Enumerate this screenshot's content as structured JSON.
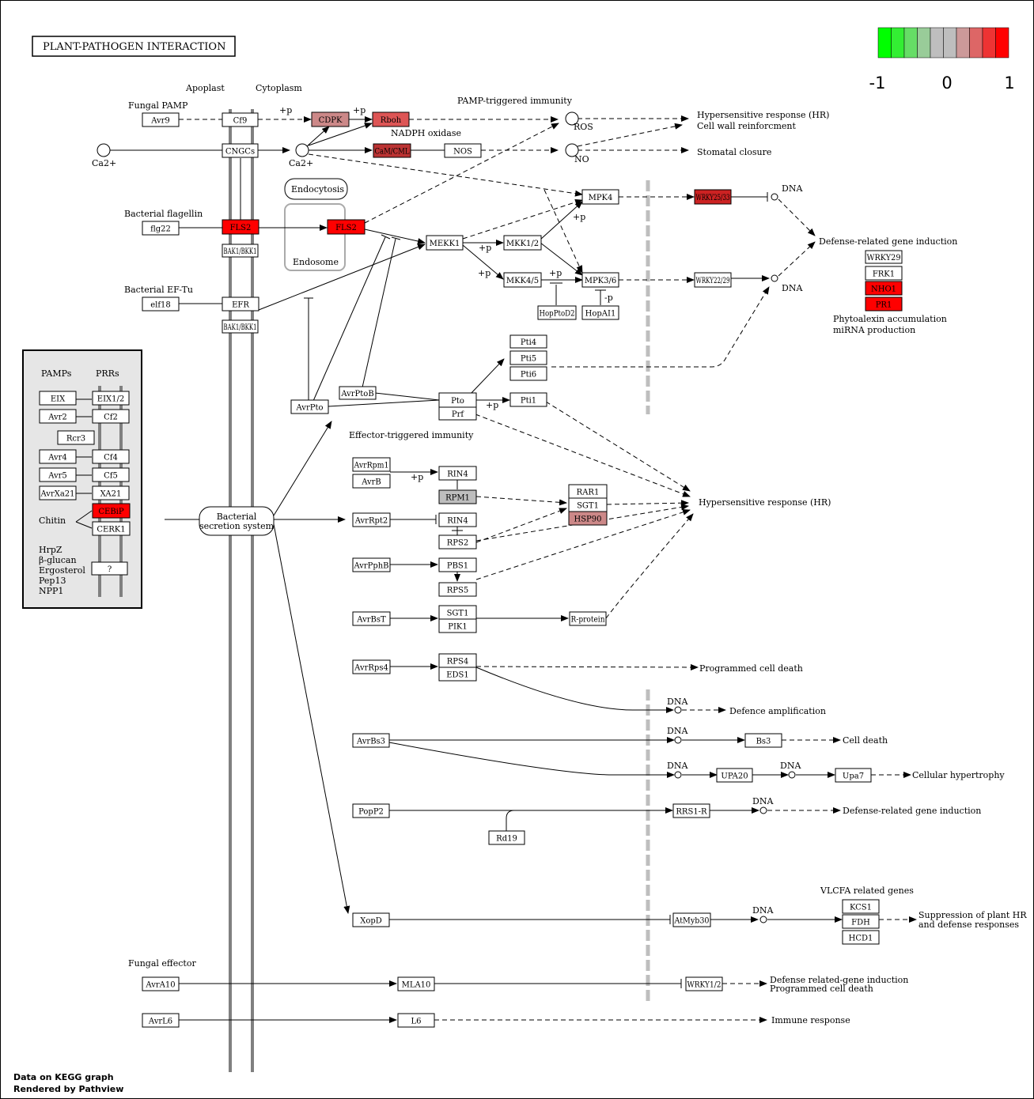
{
  "title": "PLANT-PATHOGEN INTERACTION",
  "colors": {
    "up": "#ff0000",
    "mid": "#bebebe",
    "down": "#00ff00",
    "gray": "#bebebe",
    "panel": "#e6e6e6"
  },
  "legend": {
    "labels": [
      "-1",
      "0",
      "1"
    ],
    "scale": [
      "#00ff00",
      "#33ee33",
      "#66dd66",
      "#99cc99",
      "#bebebe",
      "#bebebe",
      "#cc9999",
      "#dd6666",
      "#ee3333",
      "#ff0000"
    ]
  },
  "footer": [
    "Data on KEGG graph",
    "Rendered by Pathview"
  ],
  "nodes": [
    {
      "label": "Avr9",
      "fill": "#ffffff"
    },
    {
      "label": "Cf9",
      "fill": "#ffffff"
    },
    {
      "label": "CDPK",
      "fill": "#cc8888"
    },
    {
      "label": "Rboh",
      "fill": "#dd5555"
    },
    {
      "label": "CNGCs",
      "fill": "#ffffff"
    },
    {
      "label": "CaM/CML",
      "fill": "#bb3333"
    },
    {
      "label": "NOS",
      "fill": "#ffffff"
    },
    {
      "label": "flg22",
      "fill": "#ffffff"
    },
    {
      "label": "FLS2",
      "fill": "#ff0000"
    },
    {
      "label": "FLS2",
      "fill": "#ff0000"
    },
    {
      "label": "BAK1/BKK1",
      "fill": "#ffffff"
    },
    {
      "label": "elf18",
      "fill": "#ffffff"
    },
    {
      "label": "EFR",
      "fill": "#ffffff"
    },
    {
      "label": "BAK1/BKK1",
      "fill": "#ffffff"
    },
    {
      "label": "MEKK1",
      "fill": "#ffffff"
    },
    {
      "label": "MKK1/2",
      "fill": "#ffffff"
    },
    {
      "label": "MKK4/5",
      "fill": "#ffffff"
    },
    {
      "label": "MPK4",
      "fill": "#ffffff"
    },
    {
      "label": "MPK3/6",
      "fill": "#ffffff"
    },
    {
      "label": "WRKY25/33",
      "fill": "#cc2222"
    },
    {
      "label": "WRKY22/29",
      "fill": "#ffffff"
    },
    {
      "label": "WRKY29",
      "fill": "#ffffff"
    },
    {
      "label": "FRK1",
      "fill": "#ffffff"
    },
    {
      "label": "NHO1",
      "fill": "#ff0000"
    },
    {
      "label": "PR1",
      "fill": "#ff0000"
    },
    {
      "label": "HopPtoD2",
      "fill": "#ffffff"
    },
    {
      "label": "HopAI1",
      "fill": "#ffffff"
    },
    {
      "label": "Pti4",
      "fill": "#ffffff"
    },
    {
      "label": "Pti5",
      "fill": "#ffffff"
    },
    {
      "label": "Pti6",
      "fill": "#ffffff"
    },
    {
      "label": "AvrPto",
      "fill": "#ffffff"
    },
    {
      "label": "AvrPtoB",
      "fill": "#ffffff"
    },
    {
      "label": "Pto",
      "fill": "#ffffff"
    },
    {
      "label": "Prf",
      "fill": "#ffffff"
    },
    {
      "label": "Pti1",
      "fill": "#ffffff"
    },
    {
      "label": "EIX",
      "fill": "#ffffff"
    },
    {
      "label": "EIX1/2",
      "fill": "#ffffff"
    },
    {
      "label": "Avr2",
      "fill": "#ffffff"
    },
    {
      "label": "Cf2",
      "fill": "#ffffff"
    },
    {
      "label": "Rcr3",
      "fill": "#ffffff"
    },
    {
      "label": "Avr4",
      "fill": "#ffffff"
    },
    {
      "label": "Cf4",
      "fill": "#ffffff"
    },
    {
      "label": "Avr5",
      "fill": "#ffffff"
    },
    {
      "label": "Cf5",
      "fill": "#ffffff"
    },
    {
      "label": "AvrXa21",
      "fill": "#ffffff"
    },
    {
      "label": "XA21",
      "fill": "#ffffff"
    },
    {
      "label": "CEBiP",
      "fill": "#ff0000"
    },
    {
      "label": "CERK1",
      "fill": "#ffffff"
    },
    {
      "label": "?",
      "fill": "#ffffff"
    },
    {
      "label": "AvrRpm1",
      "fill": "#ffffff"
    },
    {
      "label": "AvrB",
      "fill": "#ffffff"
    },
    {
      "label": "RIN4",
      "fill": "#ffffff"
    },
    {
      "label": "RPM1",
      "fill": "#bebebe"
    },
    {
      "label": "RAR1",
      "fill": "#ffffff"
    },
    {
      "label": "SGT1",
      "fill": "#ffffff"
    },
    {
      "label": "HSP90",
      "fill": "#cc8888"
    },
    {
      "label": "AvrRpt2",
      "fill": "#ffffff"
    },
    {
      "label": "RIN4",
      "fill": "#ffffff"
    },
    {
      "label": "RPS2",
      "fill": "#ffffff"
    },
    {
      "label": "AvrPphB",
      "fill": "#ffffff"
    },
    {
      "label": "PBS1",
      "fill": "#ffffff"
    },
    {
      "label": "RPS5",
      "fill": "#ffffff"
    },
    {
      "label": "AvrBsT",
      "fill": "#ffffff"
    },
    {
      "label": "SGT1",
      "fill": "#ffffff"
    },
    {
      "label": "PIK1",
      "fill": "#ffffff"
    },
    {
      "label": "R-protein",
      "fill": "#ffffff"
    },
    {
      "label": "AvrRps4",
      "fill": "#ffffff"
    },
    {
      "label": "RPS4",
      "fill": "#ffffff"
    },
    {
      "label": "EDS1",
      "fill": "#ffffff"
    },
    {
      "label": "AvrBs3",
      "fill": "#ffffff"
    },
    {
      "label": "Bs3",
      "fill": "#ffffff"
    },
    {
      "label": "UPA20",
      "fill": "#ffffff"
    },
    {
      "label": "Upa7",
      "fill": "#ffffff"
    },
    {
      "label": "PopP2",
      "fill": "#ffffff"
    },
    {
      "label": "RRS1-R",
      "fill": "#ffffff"
    },
    {
      "label": "Rd19",
      "fill": "#ffffff"
    },
    {
      "label": "XopD",
      "fill": "#ffffff"
    },
    {
      "label": "AtMyb30",
      "fill": "#ffffff"
    },
    {
      "label": "KCS1",
      "fill": "#ffffff"
    },
    {
      "label": "FDH",
      "fill": "#ffffff"
    },
    {
      "label": "HCD1",
      "fill": "#ffffff"
    },
    {
      "label": "AvrA10",
      "fill": "#ffffff"
    },
    {
      "label": "MLA10",
      "fill": "#ffffff"
    },
    {
      "label": "WRKY1/2",
      "fill": "#ffffff"
    },
    {
      "label": "AvrL6",
      "fill": "#ffffff"
    },
    {
      "label": "L6",
      "fill": "#ffffff"
    }
  ],
  "labels": [
    "Apoplast",
    "Cytoplasm",
    "Fungal PAMP",
    "+p",
    "+p",
    "PAMP-triggered immunity",
    "NADPH oxidase",
    "ROS",
    "NO",
    "Ca2+",
    "Ca2+",
    "Hypersensitive response (HR)",
    "Cell wall reinforcment",
    "Stomatal closure",
    "Endocytosis",
    "Endosome",
    "Bacterial flagellin",
    "DNA",
    "DNA",
    "Defense-related gene induction",
    "+p",
    "+p",
    "+p",
    "+p",
    "-p",
    "Bacterial EF-Tu",
    "Phytoalexin accumulation",
    "miRNA production",
    "+p",
    "Effector-triggered immunity",
    "+p",
    "Hypersensitive response (HR)",
    "PAMPs",
    "PRRs",
    "Chitin",
    "HrpZ",
    "β-glucan",
    "Ergosterol",
    "Pep13",
    "NPP1",
    "Bacterial",
    "secretion system",
    "Programmed cell death",
    "DNA",
    "Defence amplification",
    "DNA",
    "Cell death",
    "DNA",
    "DNA",
    "Cellular hypertrophy",
    "DNA",
    "Defense-related gene induction",
    "VLCFA related genes",
    "DNA",
    "Suppression of plant HR",
    "and defense responses",
    "Fungal effector",
    "Defense related-gene induction",
    "Programmed cell death",
    "Immune response"
  ]
}
